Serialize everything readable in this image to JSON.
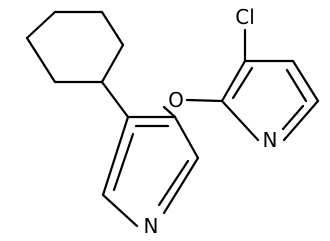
{
  "atom_labels": {
    "chlorine": "Cl",
    "ether_oxygen": "O",
    "chloropyridine_nitrogen": "N",
    "cyclohexylpyridine_nitrogen": "N"
  },
  "colors": {
    "bond": "#000000",
    "label": "#000000",
    "background": "#ffffff"
  }
}
